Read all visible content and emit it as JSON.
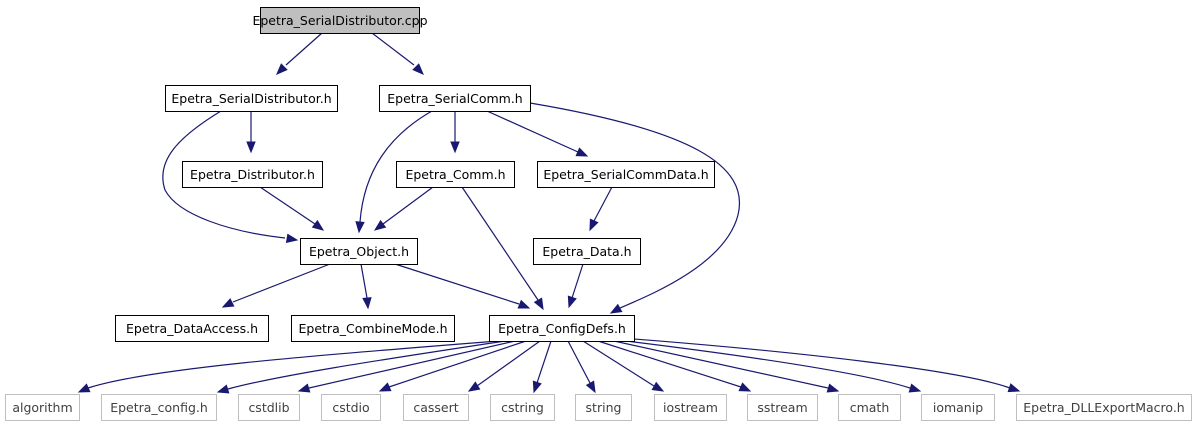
{
  "graph": {
    "colors": {
      "edge": "#191970",
      "root_fill": "#bfbfbf",
      "node_border": "#000000",
      "external_border": "#bfbfbf",
      "external_text": "#404040"
    },
    "nodes": [
      {
        "id": "root",
        "label": "Epetra_SerialDistributor.cpp",
        "kind": "root"
      },
      {
        "id": "serialdist_h",
        "label": "Epetra_SerialDistributor.h",
        "kind": "header"
      },
      {
        "id": "serialcomm_h",
        "label": "Epetra_SerialComm.h",
        "kind": "header"
      },
      {
        "id": "distributor_h",
        "label": "Epetra_Distributor.h",
        "kind": "header"
      },
      {
        "id": "comm_h",
        "label": "Epetra_Comm.h",
        "kind": "header"
      },
      {
        "id": "serialcommdata_h",
        "label": "Epetra_SerialCommData.h",
        "kind": "header"
      },
      {
        "id": "object_h",
        "label": "Epetra_Object.h",
        "kind": "header"
      },
      {
        "id": "data_h",
        "label": "Epetra_Data.h",
        "kind": "header"
      },
      {
        "id": "dataaccess_h",
        "label": "Epetra_DataAccess.h",
        "kind": "header"
      },
      {
        "id": "combinemode_h",
        "label": "Epetra_CombineMode.h",
        "kind": "header"
      },
      {
        "id": "configdefs_h",
        "label": "Epetra_ConfigDefs.h",
        "kind": "header"
      },
      {
        "id": "algorithm",
        "label": "algorithm",
        "kind": "external"
      },
      {
        "id": "epetra_config_h",
        "label": "Epetra_config.h",
        "kind": "external"
      },
      {
        "id": "cstdlib",
        "label": "cstdlib",
        "kind": "external"
      },
      {
        "id": "cstdio",
        "label": "cstdio",
        "kind": "external"
      },
      {
        "id": "cassert",
        "label": "cassert",
        "kind": "external"
      },
      {
        "id": "cstring",
        "label": "cstring",
        "kind": "external"
      },
      {
        "id": "string",
        "label": "string",
        "kind": "external"
      },
      {
        "id": "iostream",
        "label": "iostream",
        "kind": "external"
      },
      {
        "id": "sstream",
        "label": "sstream",
        "kind": "external"
      },
      {
        "id": "cmath",
        "label": "cmath",
        "kind": "external"
      },
      {
        "id": "iomanip",
        "label": "iomanip",
        "kind": "external"
      },
      {
        "id": "dllexport_h",
        "label": "Epetra_DLLExportMacro.h",
        "kind": "external"
      }
    ],
    "edges": [
      {
        "from": "root",
        "to": "serialdist_h"
      },
      {
        "from": "root",
        "to": "serialcomm_h"
      },
      {
        "from": "serialdist_h",
        "to": "distributor_h"
      },
      {
        "from": "serialdist_h",
        "to": "object_h"
      },
      {
        "from": "serialcomm_h",
        "to": "object_h"
      },
      {
        "from": "serialcomm_h",
        "to": "comm_h"
      },
      {
        "from": "serialcomm_h",
        "to": "serialcommdata_h"
      },
      {
        "from": "serialcomm_h",
        "to": "configdefs_h"
      },
      {
        "from": "distributor_h",
        "to": "object_h"
      },
      {
        "from": "comm_h",
        "to": "object_h"
      },
      {
        "from": "comm_h",
        "to": "configdefs_h"
      },
      {
        "from": "serialcommdata_h",
        "to": "data_h"
      },
      {
        "from": "data_h",
        "to": "configdefs_h"
      },
      {
        "from": "object_h",
        "to": "dataaccess_h"
      },
      {
        "from": "object_h",
        "to": "combinemode_h"
      },
      {
        "from": "object_h",
        "to": "configdefs_h"
      },
      {
        "from": "configdefs_h",
        "to": "algorithm"
      },
      {
        "from": "configdefs_h",
        "to": "epetra_config_h"
      },
      {
        "from": "configdefs_h",
        "to": "cstdlib"
      },
      {
        "from": "configdefs_h",
        "to": "cstdio"
      },
      {
        "from": "configdefs_h",
        "to": "cassert"
      },
      {
        "from": "configdefs_h",
        "to": "cstring"
      },
      {
        "from": "configdefs_h",
        "to": "string"
      },
      {
        "from": "configdefs_h",
        "to": "iostream"
      },
      {
        "from": "configdefs_h",
        "to": "sstream"
      },
      {
        "from": "configdefs_h",
        "to": "cmath"
      },
      {
        "from": "configdefs_h",
        "to": "iomanip"
      },
      {
        "from": "configdefs_h",
        "to": "dllexport_h"
      }
    ]
  }
}
